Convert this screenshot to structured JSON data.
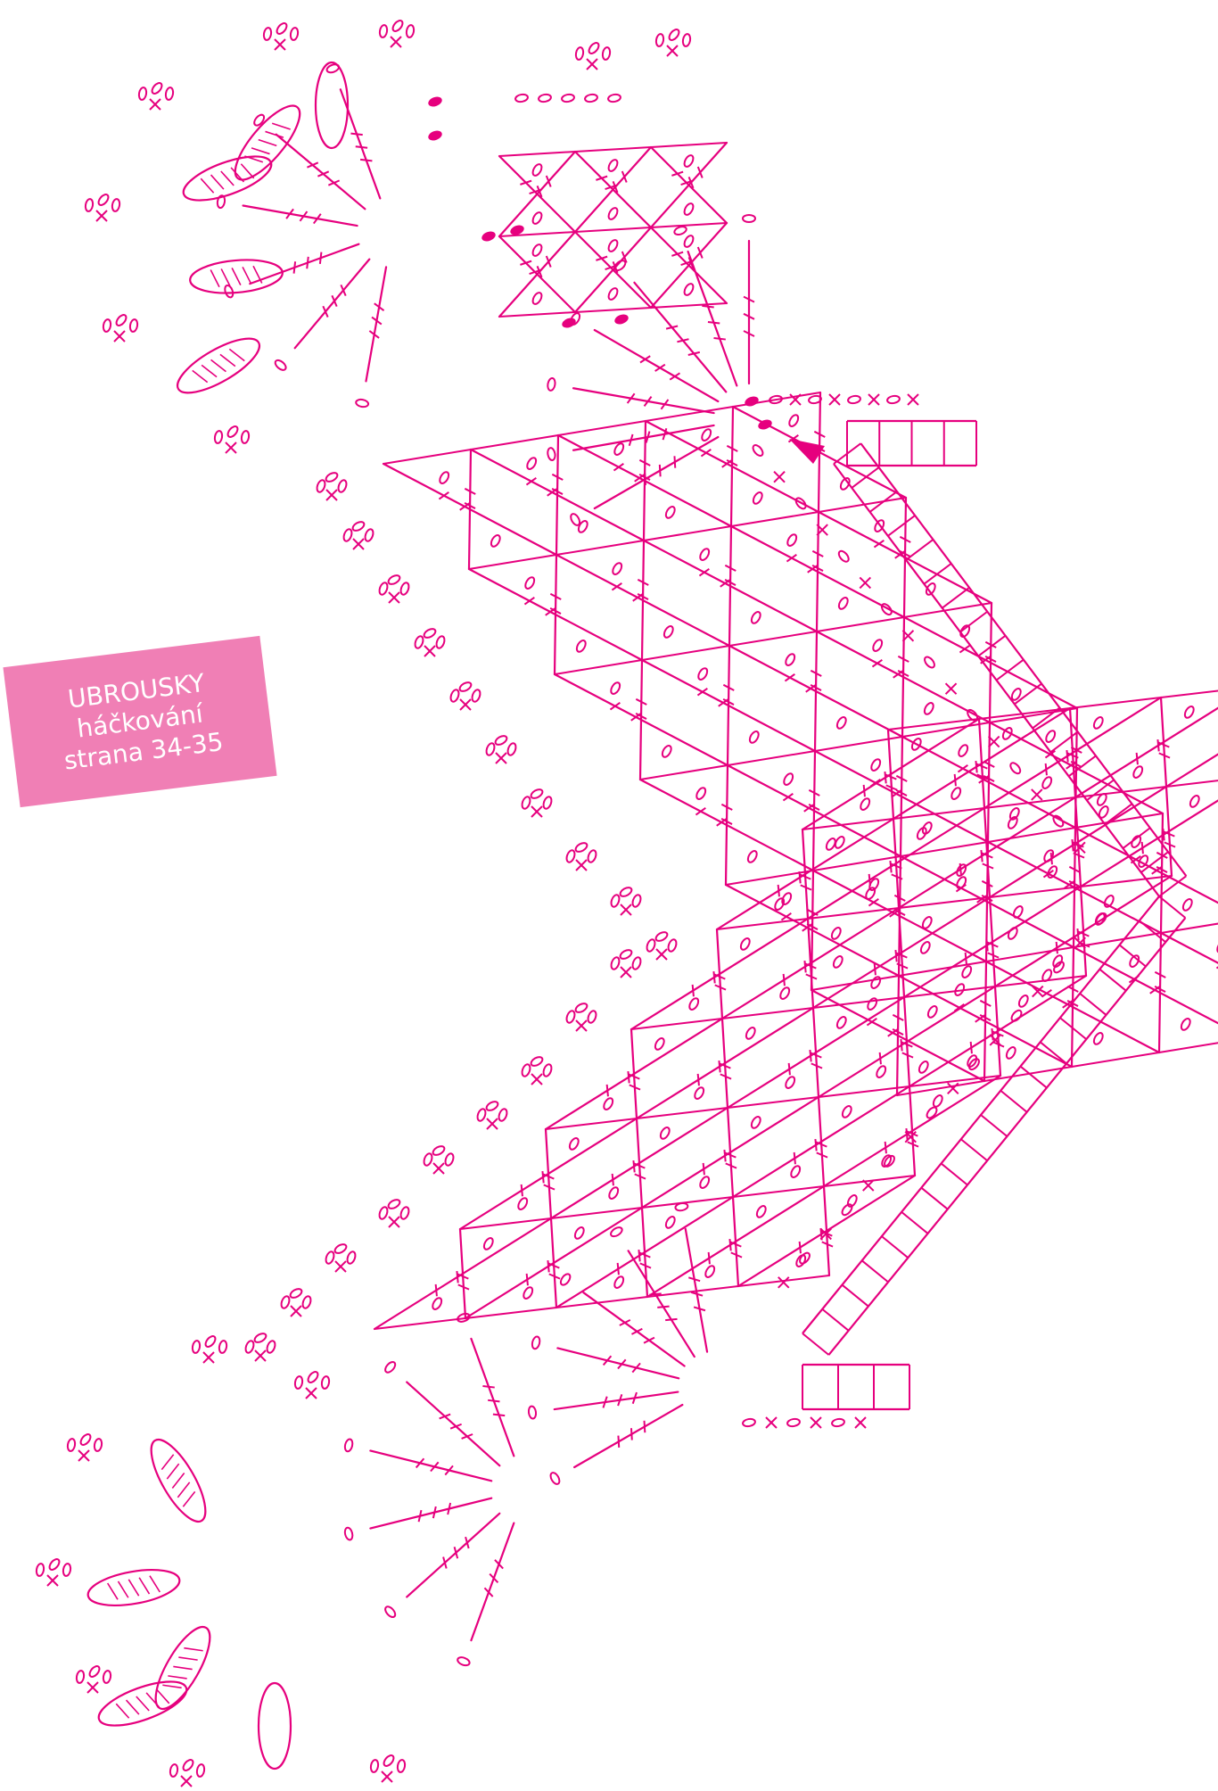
{
  "label": {
    "line1": "UBROUSKY",
    "line2": "háčkování",
    "line3": "strana 34-35"
  },
  "colors": {
    "stitch": "#e6007e",
    "label_bg": "#f07fb5",
    "label_text": "#ffffff",
    "background": "#ffffff"
  },
  "symbols": {
    "chain": "ellipse",
    "single_crochet": "cross",
    "double_crochet": "line-with-ticks",
    "slip_stitch": "filled-dot",
    "start": "arrowhead"
  }
}
